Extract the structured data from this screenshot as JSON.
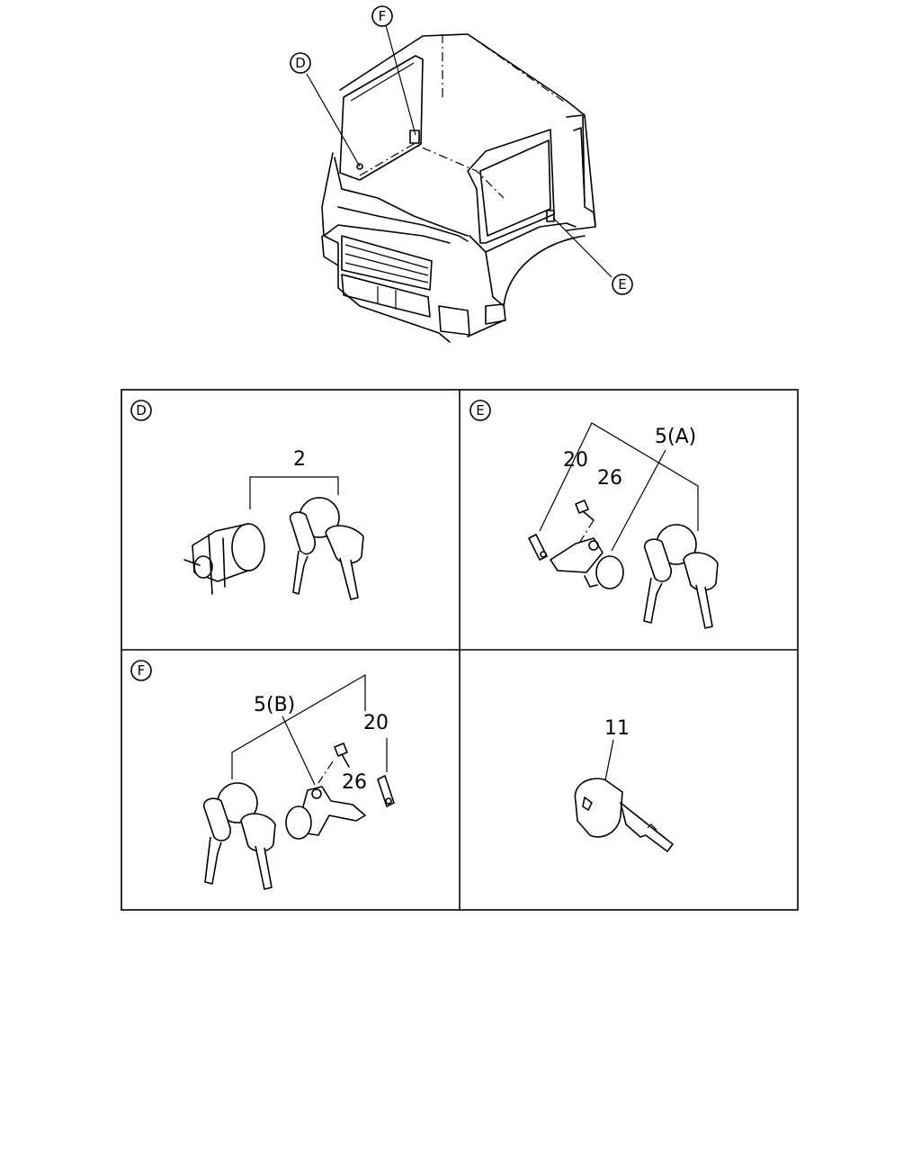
{
  "callouts": {
    "cab_d": "D",
    "cab_e": "E",
    "cab_f": "F"
  },
  "panels": {
    "d": {
      "marker": "D",
      "part_ref": "2"
    },
    "e": {
      "marker": "E",
      "part_refs": [
        "20",
        "26",
        "5(A)"
      ]
    },
    "f": {
      "marker": "F",
      "part_refs": [
        "5(B)",
        "20",
        "26"
      ]
    },
    "key": {
      "part_ref": "11"
    }
  }
}
